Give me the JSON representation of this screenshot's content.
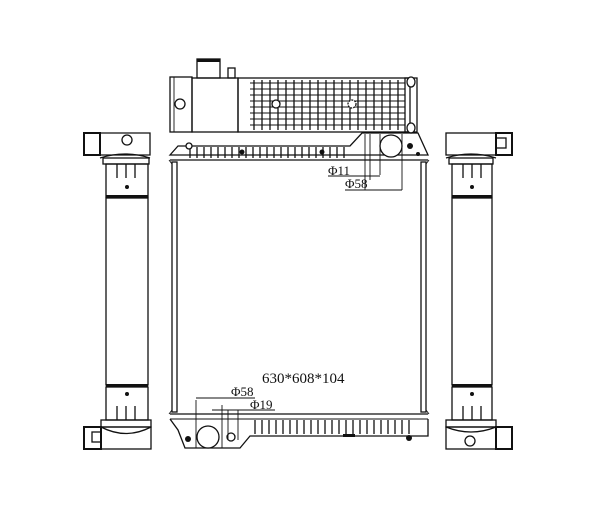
{
  "drawing": {
    "type": "radiator technical drawing",
    "dimensions_label": "630*608*104",
    "top_outlet": {
      "small_diameter": "Φ11",
      "large_diameter": "Φ58"
    },
    "bottom_outlet": {
      "large_diameter": "Φ58",
      "small_diameter": "Φ19"
    },
    "views": [
      "top-view",
      "left-side-view",
      "front-view",
      "right-side-view"
    ],
    "line_color": "#111111",
    "background": "#ffffff"
  }
}
